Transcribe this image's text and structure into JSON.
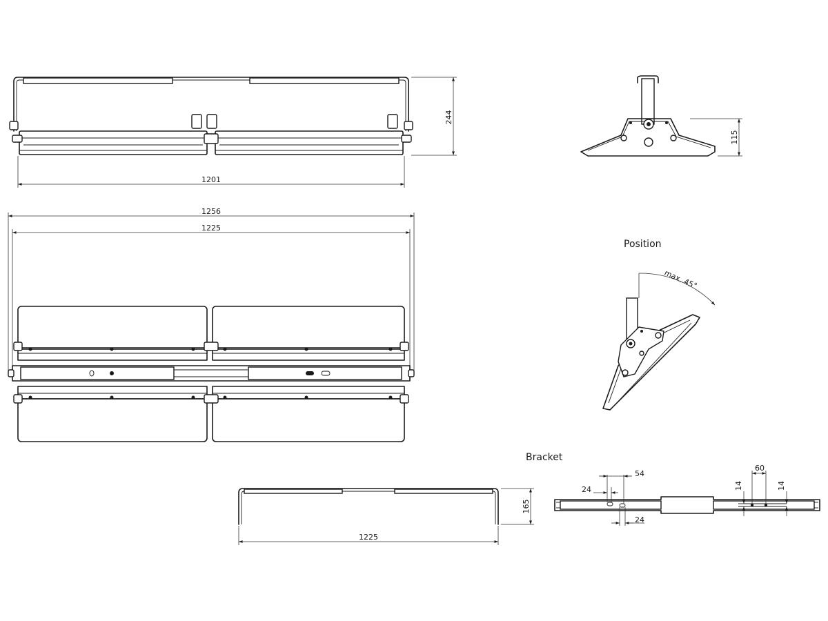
{
  "dimensions": {
    "front_height": "244",
    "front_width": "1201",
    "side_height": "115",
    "top_overall": "1256",
    "top_inner": "1225",
    "angle": "max. 45°",
    "bracket_height": "165",
    "bracket_width": "1225",
    "hole_54": "54",
    "hole_24_top": "24",
    "hole_24_bottom": "24",
    "hole_60": "60",
    "hole_14_left": "14",
    "hole_14_right": "14"
  },
  "labels": {
    "position": "Position",
    "bracket": "Bracket"
  }
}
